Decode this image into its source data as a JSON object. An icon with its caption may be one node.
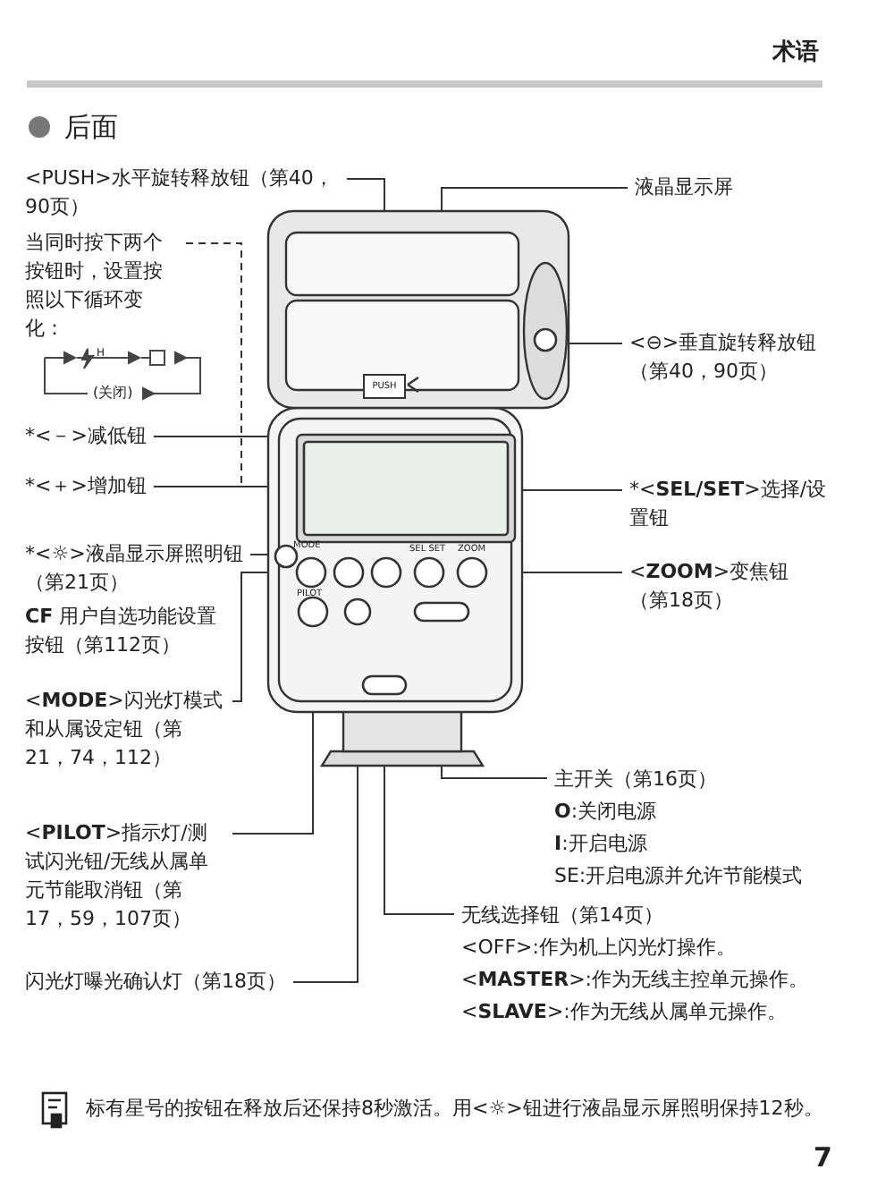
{
  "diagram": {
    "title": "后面",
    "nodes": [
      {
        "text": [
          "<PUSH>水平旋转释放钮（第40，90页）"
        ]
      },
      {
        "text": [
          "当同时按下两个按钮时，设置按照以下循环变化："
        ]
      },
      {
        "text": [
          "*<－>减低钮"
        ]
      },
      {
        "text": [
          "*<＋>增加钮"
        ]
      },
      {
        "text": [
          "*<☼>液晶显示屏照明钮（第21页）"
        ]
      },
      {
        "text": [
          "<**MODE**>闪光灯模式和从属设定钮（第21，74，112）"
        ]
      },
      {
        "text": [
          "<**PILOT**>指示灯/测试闪光钮/无线从属单元节能取消钮（第17，59，107页）"
        ]
      },
      {
        "text": [
          "闪光灯曝光确认灯（第18页）"
        ]
      },
      {
        "text": [
          "液晶显示屏"
        ]
      },
      {
        "text": [
          "<⊖>垂直旋转释放钮（第40，90页）"
        ]
      },
      {
        "text": [
          "*<**SEL/SET**>选择/设置钮"
        ]
      },
      {
        "text": [
          "<**ZOOM**>变焦钮（第18页）"
        ]
      },
      {
        "text": [
          "主开关（第16页）",
          "**O**:关闭电源",
          "**I**:开启电源",
          "SE:开启电源并允许节能模式"
        ]
      },
      {
        "text": [
          "无线选择钮（第14页）",
          "<OFF>:作为机上闪光灯操作。",
          "<**MASTER**>:作为无线主控单元操作。",
          "<**SLAVE**>:作为无线从属单元操作。"
        ]
      },
      {
        "text": [
          "PUSH"
        ]
      },
      {
        "text": [],
        "shape": "box"
      },
      {
        "text": [],
        "shape": "circle"
      },
      {
        "text": [],
        "shape": "circle"
      },
      {
        "text": [],
        "shape": "circle"
      },
      {
        "text": [],
        "shape": "circle"
      },
      {
        "text": [],
        "shape": "circle"
      },
      {
        "text": [],
        "shape": "circle"
      },
      {
        "text": [],
        "shape": "circle"
      },
      {
        "text": [],
        "shape": "circle"
      },
      {
        "text": [],
        "shape": "circle"
      },
      {
        "text": [],
        "shape": "switch"
      },
      {
        "text": [],
        "shape": "switch"
      }
    ],
    "edges": [
      {
        "from": 0,
        "to": 14,
        "arrow": "none"
      },
      {
        "from": 1,
        "to": 19,
        "arrow": "none",
        "style": "dashed"
      },
      {
        "from": 2,
        "to": 20,
        "arrow": "none"
      },
      {
        "from": 3,
        "to": 19,
        "arrow": "none"
      },
      {
        "from": 4,
        "to": 17,
        "arrow": "none"
      },
      {
        "from": 5,
        "to": 18,
        "arrow": "none"
      },
      {
        "from": 6,
        "to": 23,
        "arrow": "none"
      },
      {
        "from": 7,
        "to": 24,
        "arrow": "none"
      },
      {
        "from": 8,
        "to": 15,
        "arrow": "none"
      },
      {
        "from": 9,
        "to": 16,
        "arrow": "none"
      },
      {
        "from": 10,
        "to": 21,
        "arrow": "none"
      },
      {
        "from": 11,
        "to": 22,
        "arrow": "none"
      },
      {
        "from": 12,
        "to": 25,
        "arrow": "none"
      },
      {
        "from": 13,
        "to": 26,
        "arrow": "none"
      }
    ],
    "labels": [
      "术语",
      "H",
      "(关闭)",
      "**CF** 用户自选功能设置按钮（第112页）",
      "MODE",
      "SEL SET",
      "ZOOM",
      "PILOT",
      "标有星号的按钮在释放后还保持8秒激活。用<☼>钮进行液晶显示屏照明保持12秒。",
      "7"
    ]
  }
}
